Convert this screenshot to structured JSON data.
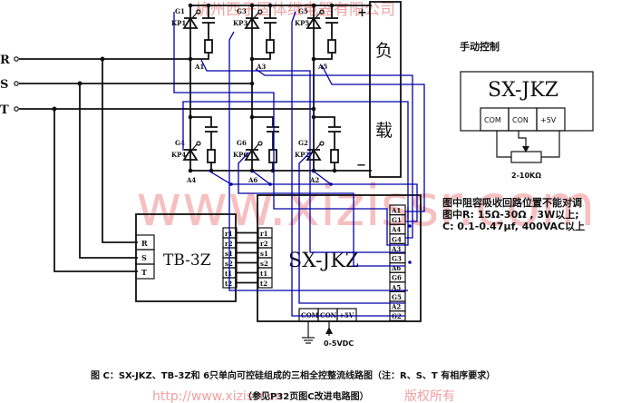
{
  "watermark": {
    "company": "杭州西子固体继电器有限公司",
    "url_big": "www.xizissr.com",
    "url_footer": "http://www.xizissr.cn",
    "copyright": "版权所有"
  },
  "phases": [
    "R",
    "S",
    "T"
  ],
  "load": {
    "top": "负",
    "bottom": "载",
    "plus": "+",
    "minus": "−"
  },
  "thyristors": {
    "upper": [
      {
        "name": "KP1",
        "gate": "G1",
        "anode": "A1"
      },
      {
        "name": "KP3",
        "gate": "G3",
        "anode": "A3"
      },
      {
        "name": "KP5",
        "gate": "G5",
        "anode": "A5"
      }
    ],
    "lower": [
      {
        "name": "KP4",
        "gate": "G4",
        "anode": "A4"
      },
      {
        "name": "KP6",
        "gate": "G6",
        "anode": "A6"
      },
      {
        "name": "KP2",
        "gate": "G2",
        "anode": "A2"
      }
    ]
  },
  "tb3z": {
    "title": "TB-3Z",
    "inputs": [
      "R",
      "S",
      "T"
    ],
    "outputs": [
      "r1",
      "r2",
      "s1",
      "s2",
      "t1",
      "t2"
    ]
  },
  "sxjkz": {
    "title": "SX-JKZ",
    "inputs": [
      "r1",
      "r2",
      "s1",
      "s2",
      "t1",
      "t2"
    ],
    "outputs": [
      "A1",
      "G1",
      "A4",
      "G4",
      "A3",
      "G3",
      "A6",
      "G6",
      "A5",
      "G5",
      "A2",
      "G2"
    ],
    "bottom_terminals": [
      "COM",
      "CON",
      "+5V"
    ],
    "control_label": "0-5VDC"
  },
  "manual_control": {
    "heading": "手动控制",
    "title": "SX-JKZ",
    "terminals": [
      "COM",
      "CON",
      "+5V"
    ],
    "potentiometer": "2-10KΩ"
  },
  "notes": [
    "图中阻容吸收回路位置不能对调",
    "图中R: 15Ω-30Ω , 3W以上;",
    "C: 0.1-0.47μf, 400VAC以上"
  ],
  "caption": {
    "main": "图 C：SX-JKZ、TB-3Z和 6只单向可控硅组成的三相全控整流线路图（注：R、S、T 有相序要求）",
    "sub": "（参见P32页图C改进电路图）"
  }
}
